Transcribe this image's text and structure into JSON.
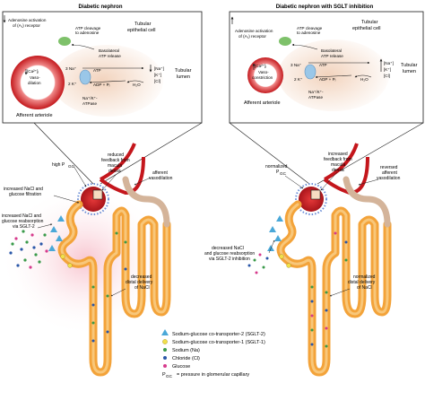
{
  "left_panel": {
    "title": "Diabetic nephron",
    "inset": {
      "adenosine": "Adenosine activation",
      "a1_receptor": "of (A₁) receptor",
      "atp_cleavage": "ATP cleavage",
      "to_adenosine": "to adenosine",
      "tubular": "Tubular",
      "epithelial": "epithelial cell",
      "basolateral": "Basolateral",
      "atp_release": "ATP release",
      "ca_line": "[Ca²⁺]ᵢ",
      "vaso_1": "Vaso-",
      "vaso_2": "dilation",
      "arteriole": "Afferent arteriole",
      "na3": "3 Na⁺",
      "k2": "2 K⁺",
      "atp": "ATP",
      "adp": "ADP + Pᵢ",
      "pump_1": "Na⁺/K⁺-",
      "pump_2": "ATPase",
      "h2o": "H₂O",
      "na_lumen": "[Na⁺]",
      "k_lumen": "[K⁺]",
      "cl_lumen": "[Cl]",
      "lumen_1": "Tubular",
      "lumen_2": "lumen"
    },
    "labels": {
      "high_p": "high P",
      "high_p_sub": "GC",
      "reduced_1": "reduced",
      "reduced_2": "feedback from",
      "reduced_3": "macula",
      "reduced_4": "densa",
      "afferent_1": "afferent",
      "afferent_2": "vasodilation",
      "increased_filt_1": "increased NaCl and",
      "increased_filt_2": "glucose filtration",
      "reabs_1": "increased NaCl and",
      "reabs_2": "glucose reabsorption",
      "reabs_3": "via SGLT-2",
      "decreased_1": "decreased",
      "decreased_2": "distal delivery",
      "decreased_3": "of NaCl"
    }
  },
  "right_panel": {
    "title": "Diabetic nephron with SGLT inhibition",
    "inset": {
      "adenosine": "Adenosine activation",
      "a1_receptor": "of (A₁) receptor",
      "atp_cleavage": "ATP cleavage",
      "to_adenosine": "to adenosine",
      "tubular": "Tubular",
      "epithelial": "epithelial cell",
      "basolateral": "Basolateral",
      "atp_release": "ATP release",
      "ca_line": "[Ca²⁺]ᵢ",
      "vaso_1": "Vaso-",
      "vaso_2": "constriction",
      "arteriole": "Afferent arteriole",
      "na3": "3 Na⁺",
      "k2": "2 K⁺",
      "atp": "ATP",
      "adp": "ADP + Pᵢ",
      "pump_1": "Na⁺/K⁺-",
      "pump_2": "ATPase",
      "h2o": "H₂O",
      "na_lumen": "[Na⁺]",
      "k_lumen": "[K⁺]",
      "cl_lumen": "[Cl]",
      "lumen_1": "Tubular",
      "lumen_2": "lumen"
    },
    "labels": {
      "normalized_p_1": "normalized",
      "normalized_p_2": "P",
      "normalized_p_sub": "GC",
      "increased_fb_1": "increased",
      "increased_fb_2": "feedback from",
      "increased_fb_3": "macula",
      "increased_fb_4": "densa",
      "reversed_1": "reversed",
      "reversed_2": "afferent",
      "reversed_3": "vasodilation",
      "decreased_reabs_1": "decreased NaCl",
      "decreased_reabs_2": "and glucose reabsorption",
      "decreased_reabs_3": "via SGLT-2 inhibition",
      "normalized_d_1": "normalized",
      "normalized_d_2": "distal delivery",
      "normalized_d_3": "of NaCl"
    }
  },
  "legend": {
    "sglt2": "Sodium-glucose co-transporter-2 (SGLT-2)",
    "sglt1": "Sodium-glucose co-transporter-1 (SGLT-1)",
    "sodium": "Sodium (Na)",
    "chloride": "Chloride (Cl)",
    "glucose": "Glucose",
    "pgc_main": "P",
    "pgc_sub": "GC",
    "pgc_desc": "= pressure in glomerular capillary"
  },
  "colors": {
    "tubule": "#f3a33a",
    "tubule_inner": "#f8c77a",
    "arteriole": "#e3262a",
    "sodium": "#3a9a4a",
    "chloride": "#2a56a8",
    "glucose": "#d63a8c",
    "sglt2": "#4aa8d8",
    "sglt1": "#f2e04a"
  }
}
